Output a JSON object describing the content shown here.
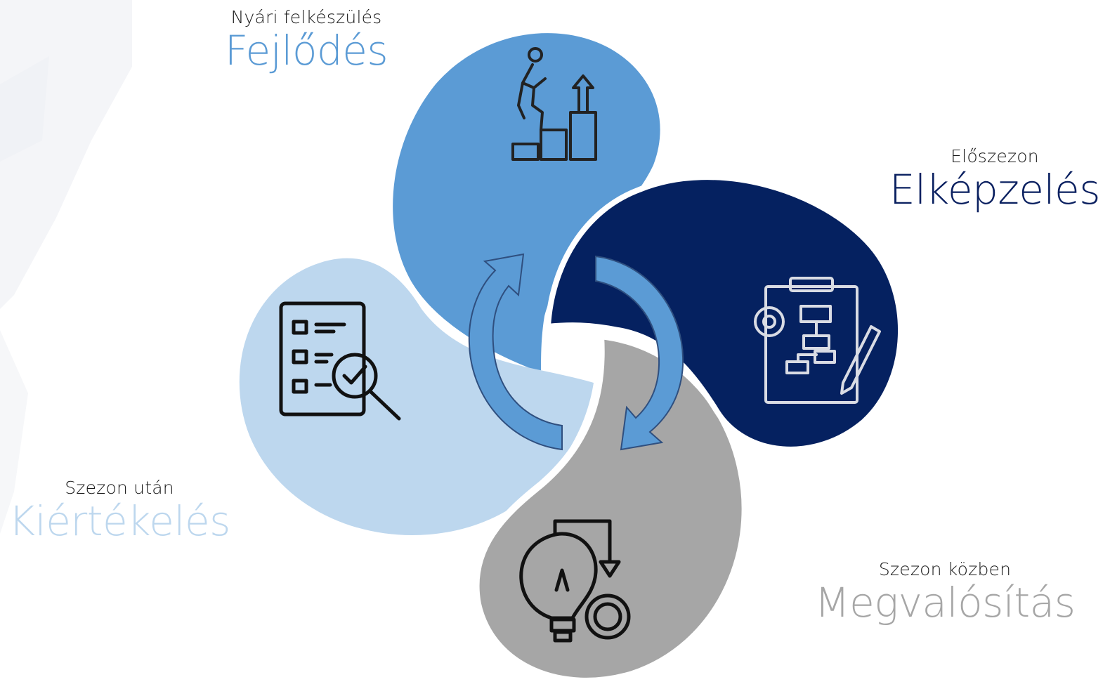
{
  "stages": {
    "fejlodes": {
      "subtitle": "Nyári felkészülés",
      "title": "Fejlődés",
      "color": "#5b9bd5",
      "icon": "climbing-steps-icon"
    },
    "elkepzeles": {
      "subtitle": "Előszezon",
      "title": "Elképzelés",
      "color": "#0a2060",
      "icon": "planning-clipboard-icon"
    },
    "megvalositas": {
      "subtitle": "Szezon közben",
      "title": "Megvalósítás",
      "color": "#a6a6a6",
      "icon": "idea-to-process-icon"
    },
    "kiertekeles": {
      "subtitle": "Szezon után",
      "title": "Kiértékelés",
      "color": "#bdd7ee",
      "icon": "checklist-review-icon"
    }
  },
  "center": {
    "icon": "cycle-arrows-icon",
    "color": "#5b9bd5"
  }
}
